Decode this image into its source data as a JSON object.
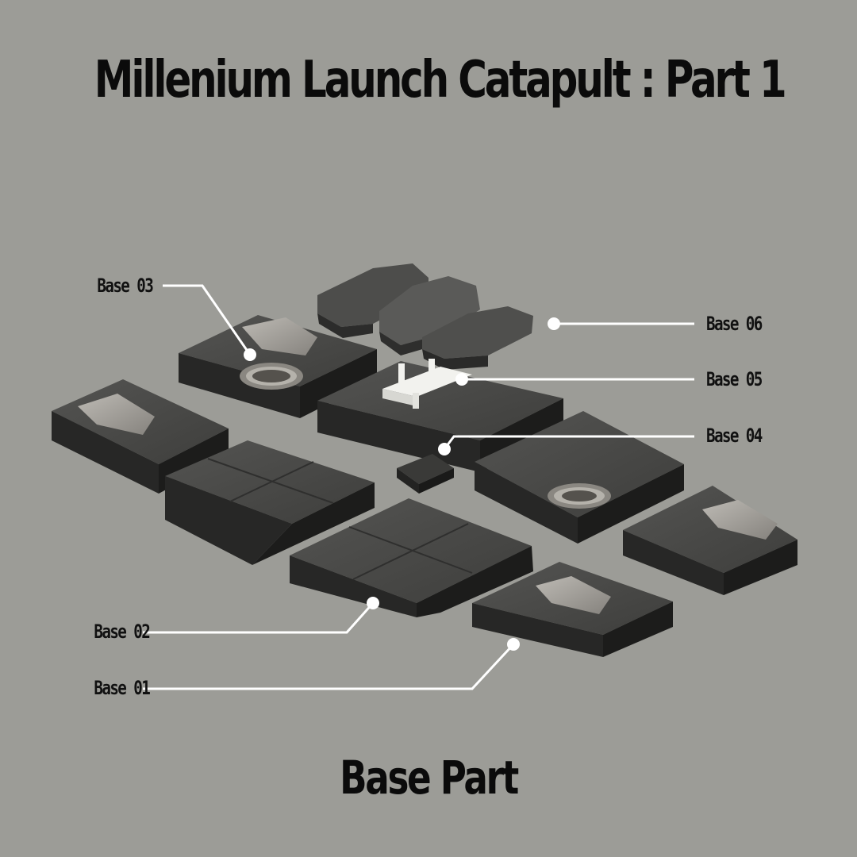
{
  "title": "Millenium Launch Catapult : Part 1",
  "subtitle": "Base Part",
  "labels": {
    "base01": "Base 01",
    "base02": "Base 02",
    "base03": "Base 03",
    "base04": "Base 04",
    "base05": "Base 05",
    "base06": "Base 06"
  },
  "colors": {
    "background": "#9c9c97",
    "text": "#0b0b0b",
    "leader_line": "#ffffff",
    "part_top": "#4a4a48",
    "part_side": "#232322",
    "part_light": "#a9a6a0",
    "part_white": "#f2f2ee"
  }
}
